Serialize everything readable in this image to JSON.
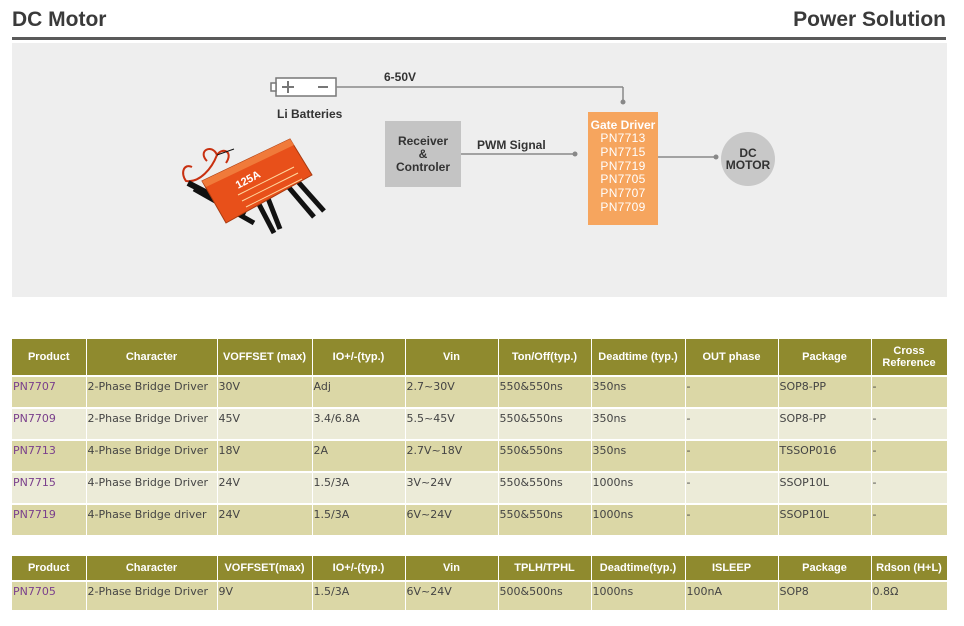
{
  "header": {
    "title_left": "DC Motor",
    "title_right": "Power Solution"
  },
  "diagram": {
    "battery_label": "Li Batteries",
    "voltage_label": "6-50V",
    "receiver_lines": [
      "Receiver",
      "&",
      "Controler"
    ],
    "pwm_label": "PWM Signal",
    "gate_driver_title": "Gate Driver",
    "gate_driver_parts": [
      "PN7713",
      "PN7715",
      "PN7719",
      "PN7705",
      "PN7707",
      "PN7709"
    ],
    "motor_lines": [
      "DC",
      "MOTOR"
    ],
    "esc_label": "125A"
  },
  "table1": {
    "headers": [
      "Product",
      "Character",
      "VOFFSET (max)",
      "IO+/-(typ.)",
      "Vin",
      "Ton/Off(typ.)",
      "Deadtime (typ.)",
      "OUT phase",
      "Package",
      "Cross Reference"
    ],
    "rows": [
      [
        "PN7707",
        "2-Phase Bridge Driver",
        "30V",
        "Adj",
        "2.7~30V",
        "550&550ns",
        "350ns",
        "-",
        "SOP8-PP",
        "-"
      ],
      [
        "PN7709",
        "2-Phase Bridge Driver",
        "45V",
        "3.4/6.8A",
        "5.5~45V",
        "550&550ns",
        "350ns",
        "-",
        "SOP8-PP",
        "-"
      ],
      [
        "PN7713",
        "4-Phase Bridge Driver",
        "18V",
        "2A",
        "2.7V~18V",
        "550&550ns",
        "350ns",
        "-",
        "TSSOP016",
        "-"
      ],
      [
        "PN7715",
        "4-Phase Bridge Driver",
        "24V",
        "1.5/3A",
        "3V~24V",
        "550&550ns",
        "1000ns",
        "-",
        "SSOP10L",
        "-"
      ],
      [
        "PN7719",
        "4-Phase Bridge driver",
        "24V",
        "1.5/3A",
        "6V~24V",
        "550&550ns",
        "1000ns",
        "-",
        "SSOP10L",
        "-"
      ]
    ]
  },
  "table2": {
    "headers": [
      "Product",
      "Character",
      "VOFFSET(max)",
      "IO+/-(typ.)",
      "Vin",
      "TPLH/TPHL",
      "Deadtime(typ.)",
      "ISLEEP",
      "Package",
      "Rdson (H+L)"
    ],
    "rows": [
      [
        "PN7705",
        "2-Phase Bridge Driver",
        "9V",
        "1.5/3A",
        "6V~24V",
        "500&500ns",
        "1000ns",
        "100nA",
        "SOP8",
        "0.8Ω"
      ]
    ]
  },
  "colors": {
    "header_bg": "#8f8a2e",
    "row_a": "#dbd7a6",
    "row_b": "#ecebd8",
    "gate_driver": "#f6a55e",
    "product_link": "#7a3f8c"
  }
}
